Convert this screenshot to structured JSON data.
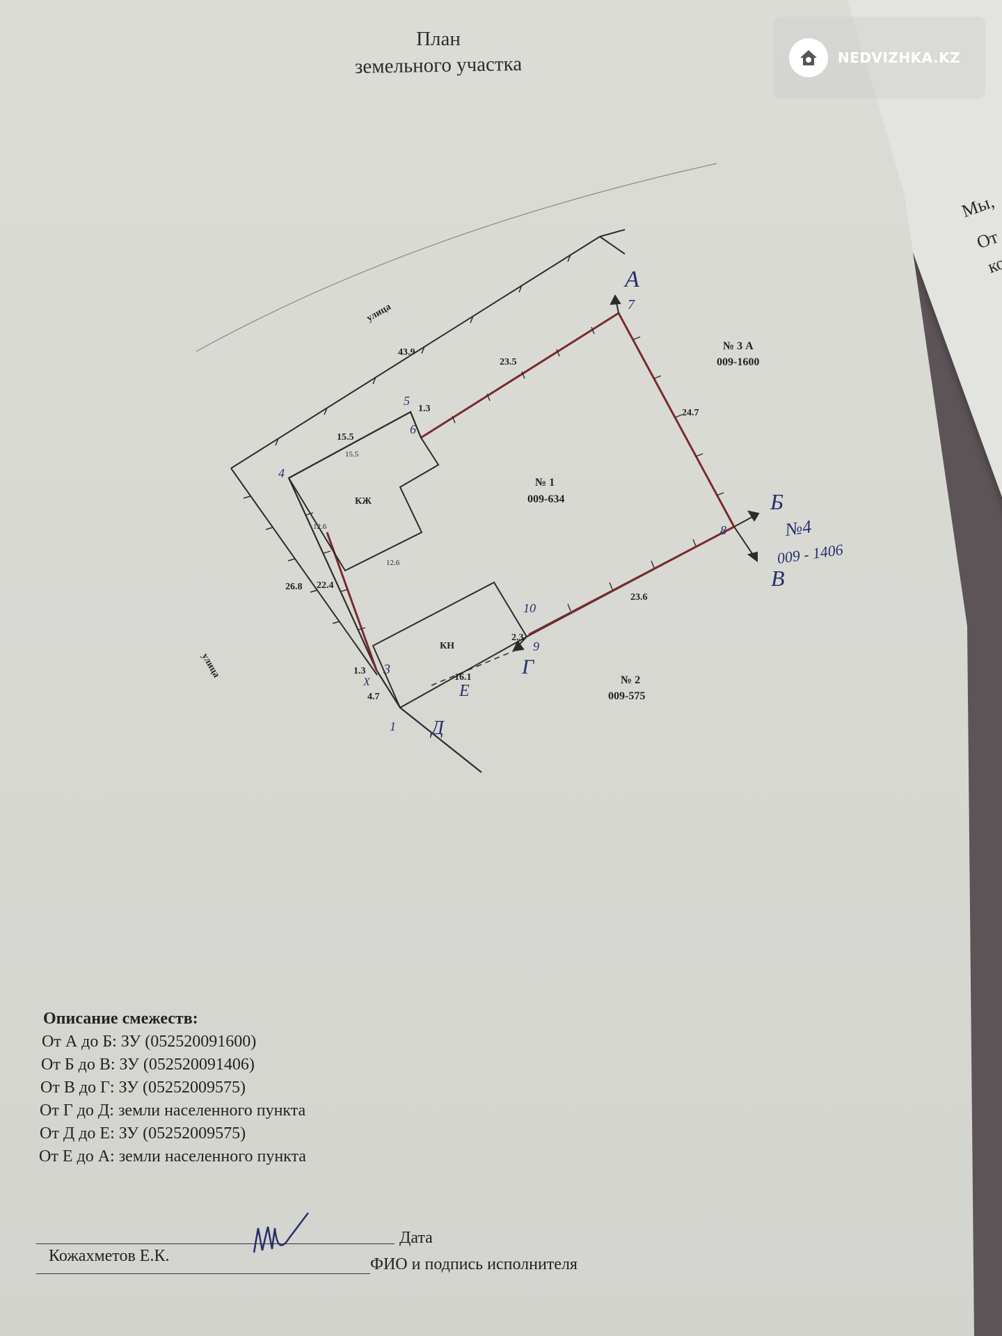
{
  "watermark": {
    "text": "NEDVIZHKA.KZ",
    "icon": "home-icon"
  },
  "title": {
    "line1": "План",
    "line2": "земельного участка"
  },
  "side_page": {
    "line1": "Мы,",
    "line2": "От",
    "line3": "ко"
  },
  "plan": {
    "street_top": "улица",
    "street_left": "улица",
    "dims": {
      "d43_9": "43.9",
      "d23_5": "23.5",
      "d24_7": "24.7",
      "d23_6": "23.6",
      "d15_5": "15.5",
      "d15_5b": "15.5",
      "d1_3a": "1.3",
      "d12_6a": "12.6",
      "d12_6b": "12.6",
      "d26_8": "26.8",
      "d22_4": "22.4",
      "d1_3b": "1.3",
      "d4_7": "4.7",
      "d16_1": "16.1",
      "d2_3": "2.3"
    },
    "buildings": {
      "kzh": "КЖ",
      "kn": "КН"
    },
    "parcels": {
      "p1_no": "№ 1",
      "p1_id": "009-634",
      "p2_no": "№ 2",
      "p2_id": "009-575",
      "p3_no": "№ 3 А",
      "p3_id": "009-1600"
    },
    "handwritten": {
      "p1": "1",
      "p3": "3",
      "p4": "4",
      "p5": "5",
      "p6": "6",
      "p7": "7",
      "p8": "8",
      "p9": "9",
      "p10": "10",
      "pX": "Х",
      "A": "А",
      "B": "Б",
      "V": "В",
      "G": "Г",
      "D": "Д",
      "E": "Е",
      "n4": "№4",
      "n4_id": "009 - 1406"
    }
  },
  "description": {
    "heading": "Описание смежеств:",
    "rows": [
      "От А до Б: ЗУ (052520091600)",
      "От Б до В: ЗУ (052520091406)",
      "От В до Г: ЗУ (05252009575)",
      "От Г до Д: земли населенного пункта",
      "От Д до Е: ЗУ (05252009575)",
      "От Е до А: земли населенного пункта"
    ]
  },
  "signature": {
    "date_label": "Дата",
    "name": "Кожахметов Е.К.",
    "role_label": "ФИО и подпись исполнителя"
  },
  "colors": {
    "paper": "#d9d9d4",
    "line": "#2b2b2b",
    "red_line": "#7a2a2a",
    "ink": "#24306b"
  }
}
